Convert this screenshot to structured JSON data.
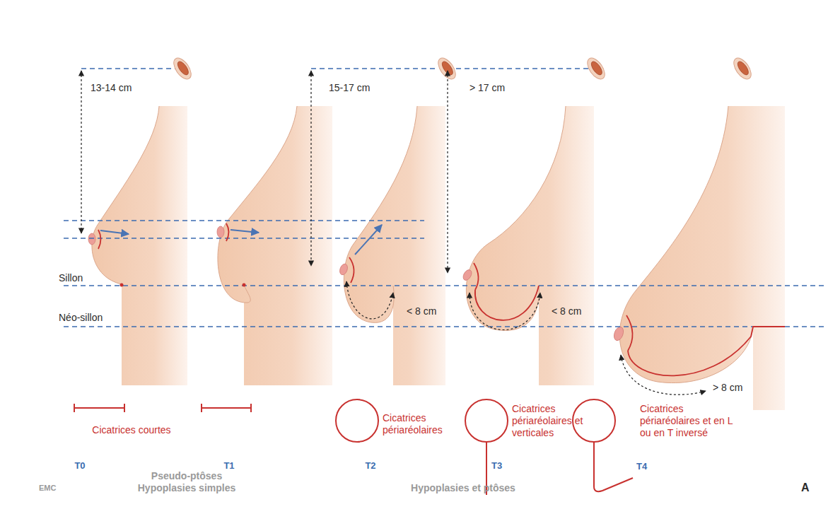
{
  "diagram": {
    "labels": [
      "13-14 cm",
      "15-17 cm",
      "> 17 cm",
      "Sillon",
      "Néo-sillon",
      "< 8 cm",
      "< 8 cm",
      "> 8 cm",
      "Cicatrices courtes",
      "Cicatrices périaréolaires",
      "Cicatrices périaréolaires et verticales",
      "Cicatrices périaréolaires et en L ou en T inversé",
      "T0",
      "T1",
      "T2",
      "T3",
      "T4",
      "Pseudo-ptôses",
      "Hypoplasies simples",
      "Hypoplasies et ptôses",
      "EMC",
      "A"
    ]
  }
}
